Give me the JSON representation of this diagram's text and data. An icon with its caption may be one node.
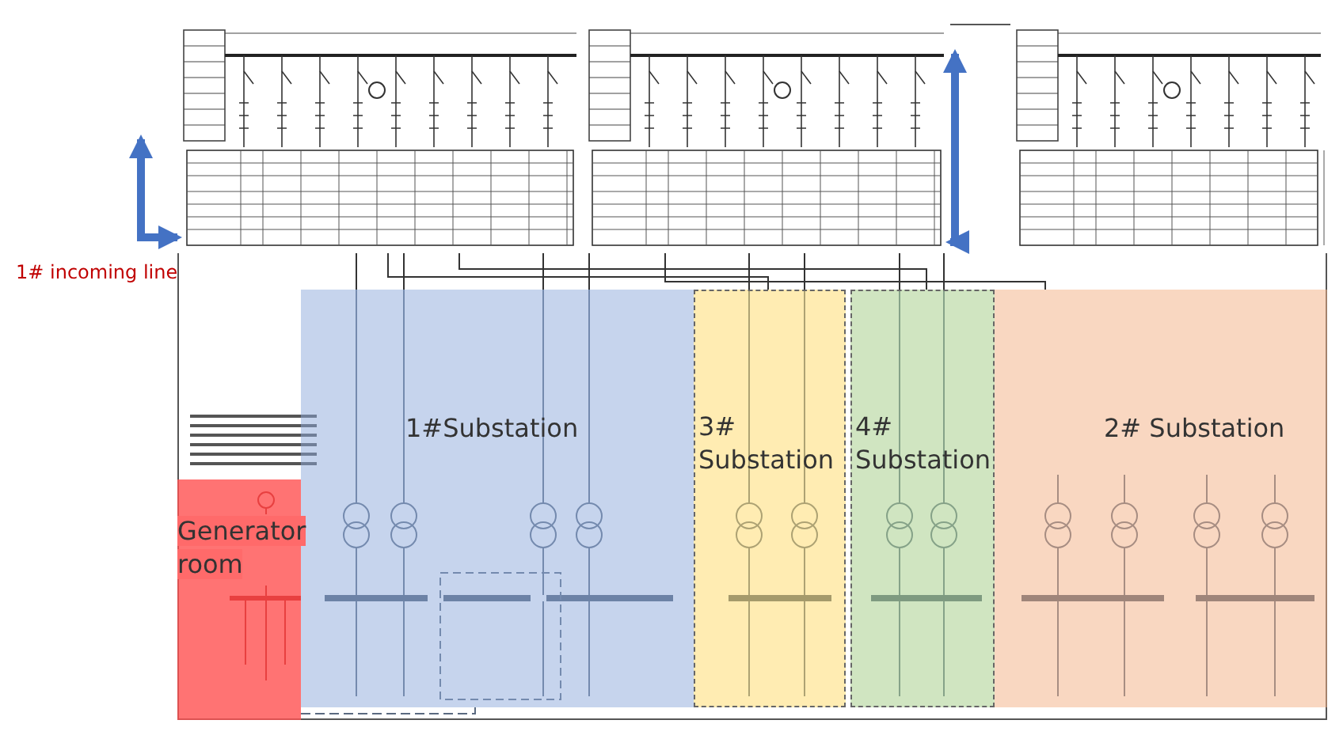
{
  "diagram": {
    "nodes": [
      {
        "text": [],
        "shape": "picture"
      },
      {
        "text": [],
        "shape": "picture"
      },
      {
        "text": [],
        "shape": "picture"
      },
      {
        "text": [
          "1#Substation"
        ]
      },
      {
        "text": [
          "3# Substation"
        ]
      },
      {
        "text": [
          "4# Substation"
        ]
      },
      {
        "text": [
          "2# Substation"
        ]
      },
      {
        "text": [
          "Generator room"
        ]
      }
    ],
    "edges": [
      {
        "from": null,
        "to": 0,
        "arrow": "both",
        "color": "#4472c4",
        "style": "thick"
      },
      {
        "from": null,
        "to": 1,
        "arrow": "both",
        "color": "#4472c4",
        "style": "thick"
      },
      {
        "from": 0,
        "to": 3,
        "arrow": "none"
      },
      {
        "from": 0,
        "to": 3,
        "arrow": "none"
      },
      {
        "from": 0,
        "to": 3,
        "arrow": "none"
      },
      {
        "from": 1,
        "to": 3,
        "arrow": "none"
      },
      {
        "from": 1,
        "to": 4,
        "arrow": "none"
      },
      {
        "from": 1,
        "to": 4,
        "arrow": "none"
      },
      {
        "from": 1,
        "to": 5,
        "arrow": "none"
      },
      {
        "from": 1,
        "to": 5,
        "arrow": "none"
      },
      {
        "from": 0,
        "to": 4,
        "arrow": "none"
      },
      {
        "from": 0,
        "to": 5,
        "arrow": "none"
      },
      {
        "from": 1,
        "to": 6,
        "arrow": "none"
      },
      {
        "from": 7,
        "to": 3,
        "arrow": "none",
        "style": "dashed"
      }
    ],
    "labels": [
      "1# incoming line"
    ]
  }
}
